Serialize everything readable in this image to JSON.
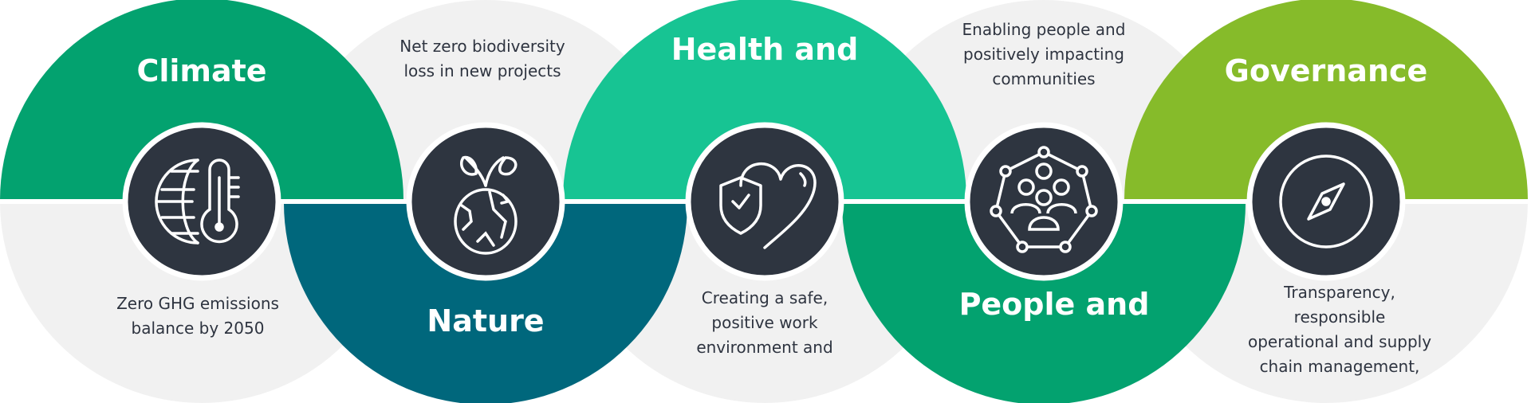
{
  "colors": {
    "climate": "#03a26f",
    "nature": "#00677c",
    "health": "#17c493",
    "people": "#03a26f",
    "governance": "#86bb2a",
    "gray": "#f1f1f1",
    "icon_bg": "#2e3540"
  },
  "pillars": [
    {
      "title": "Climate",
      "description": [
        "Zero GHG emissions",
        "balance by 2050"
      ],
      "icon": "globe-thermometer-icon"
    },
    {
      "title": "Nature",
      "description": [
        "Net zero biodiversity",
        "loss in new projects"
      ],
      "icon": "sprout-earth-icon"
    },
    {
      "title": "Health and",
      "description": [
        "Creating a safe,",
        "positive work",
        "environment and"
      ],
      "icon": "shield-heart-icon"
    },
    {
      "title": "People and",
      "description": [
        "Enabling people and",
        "positively impacting",
        "communities"
      ],
      "icon": "community-network-icon"
    },
    {
      "title": "Governance",
      "description": [
        "Transparency,",
        "responsible",
        "operational and supply",
        "chain management,"
      ],
      "icon": "compass-icon"
    }
  ]
}
